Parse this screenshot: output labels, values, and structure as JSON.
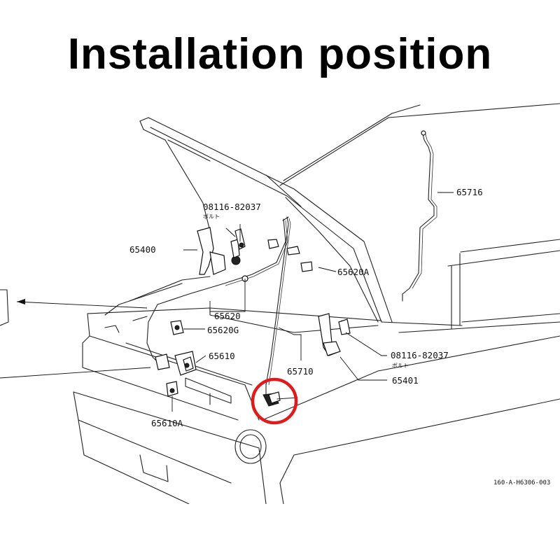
{
  "title": "Installation position",
  "labels": {
    "bolt_top": "08116-82037",
    "bolt_top_kana": "ボルト",
    "hinge_left": "65400",
    "stay_upper": "65716",
    "hinge_clip": "65620A",
    "cable": "65620",
    "clip_lower": "65620G",
    "lock": "65610",
    "lock_a": "65610A",
    "stay_rod": "65710",
    "bolt_right": "08116-82037",
    "bolt_right_kana": "ボルト",
    "hinge_right": "65401",
    "ref_code": "160-A-H6306-003"
  },
  "highlight": {
    "color": "#e01b1b",
    "target": "hood-stay-grommet"
  }
}
